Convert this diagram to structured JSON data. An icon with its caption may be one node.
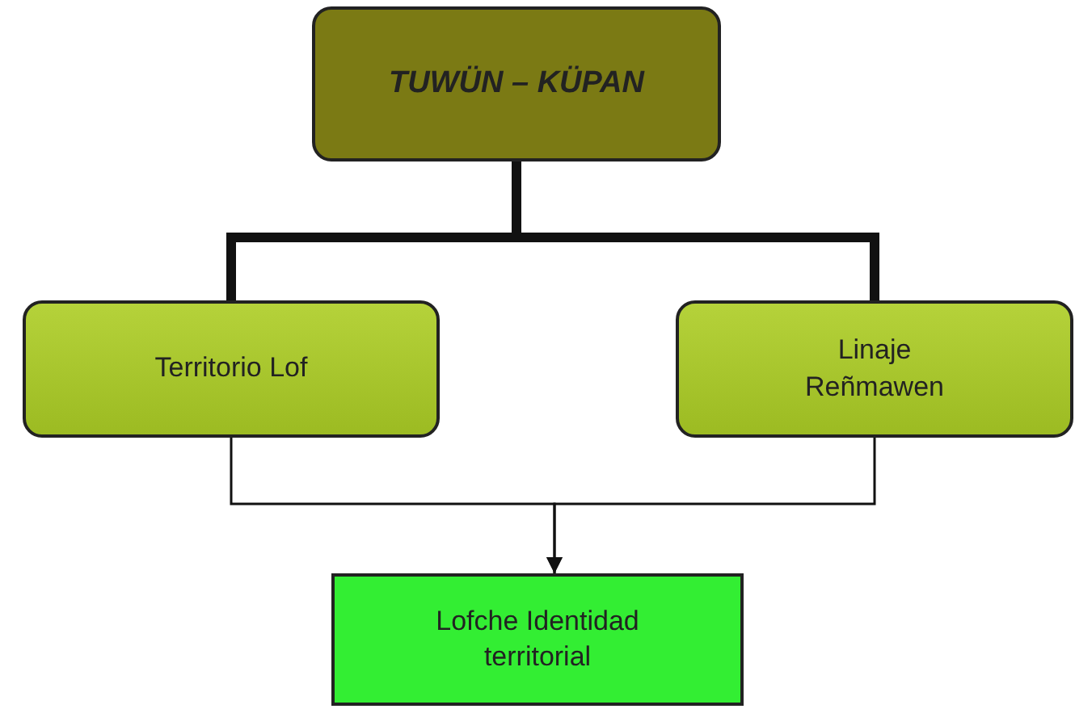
{
  "diagram": {
    "nodes": [
      {
        "text": [
          "TUWÜN – KÜPAN"
        ]
      },
      {
        "text": [
          "Territorio Lof"
        ]
      },
      {
        "text": [
          "Linaje Reñmawen"
        ]
      },
      {
        "text": [
          "Lofche Identidad territorial"
        ]
      }
    ],
    "edges": [
      {
        "from": 0,
        "to": 1,
        "arrow": "none",
        "style": "thick"
      },
      {
        "from": 0,
        "to": 2,
        "arrow": "none",
        "style": "thick"
      },
      {
        "from": 1,
        "to": 3,
        "arrow": "to"
      },
      {
        "from": 2,
        "to": 3,
        "arrow": "to"
      }
    ]
  }
}
